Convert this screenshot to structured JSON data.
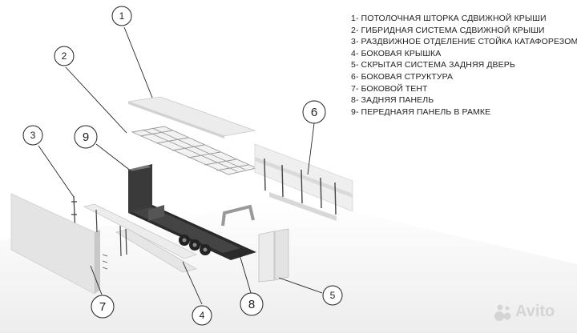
{
  "legend": {
    "items": [
      "1- ПОТОЛОЧНАЯ ШТОРКА СДВИЖНОЙ КРЫШИ",
      "2- ГИБРИДНАЯ СИСТЕМА СДВИЖНОЙ КРЫШИ",
      "3- РАЗДВИЖНОЕ ОТДЕЛЕНИЕ СТОЙКА КАТАФОРЕЗОМ",
      "4- БОКОВАЯ КРЫШКА",
      "5- СКРЫТАЯ СИСТЕМА ЗАДНЯЯ ДВЕРЬ",
      "6- БОКОВАЯ СТРУКТУРА",
      "7- БОКОВОЙ ТЕНТ",
      "8- ЗАДНЯЯ ПАНЕЛЬ",
      "9- ПЕРЕДНАЯЯ ПАНЕЛЬ В РАМКЕ"
    ]
  },
  "callouts": {
    "c1": "1",
    "c2": "2",
    "c3": "3",
    "c4": "4",
    "c5": "5",
    "c6": "6",
    "c7": "7",
    "c8": "8",
    "c9": "9"
  },
  "watermark": {
    "text": "Avito"
  },
  "colors": {
    "panel": "#e9e9e9",
    "panel_dark": "#cfcfcf",
    "deck": "#2a2a2a",
    "leader": "#222222",
    "text": "#1f1f1f"
  }
}
